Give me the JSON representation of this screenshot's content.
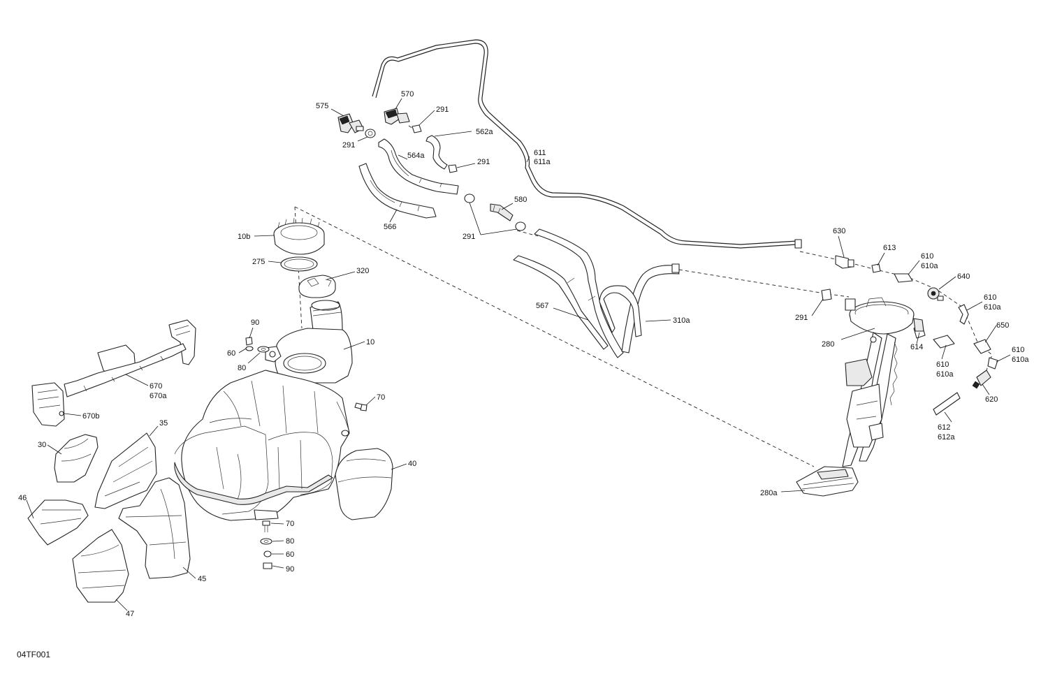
{
  "diagram_code": "04TF001",
  "callouts": {
    "p575": "575",
    "p570": "570",
    "p291a": "291",
    "p291b": "291",
    "p562a": "562a",
    "p291c": "291",
    "p564a": "564a",
    "p611": "611",
    "p611a": "611a",
    "p580": "580",
    "p566": "566",
    "p291d": "291",
    "p10b": "10b",
    "p275": "275",
    "p320": "320",
    "p90a": "90",
    "p60a": "60",
    "p80a": "80",
    "p10": "10",
    "p670": "670",
    "p670a": "670a",
    "p670b": "670b",
    "p70a": "70",
    "p35": "35",
    "p30": "30",
    "p40": "40",
    "p46": "46",
    "p70b": "70",
    "p80b": "80",
    "p60b": "60",
    "p90b": "90",
    "p45": "45",
    "p47": "47",
    "p567": "567",
    "p310a": "310a",
    "p630": "630",
    "p613": "613",
    "p610a": "610",
    "p610aa": "610a",
    "p640": "640",
    "p610b": "610",
    "p610ba": "610a",
    "p291e": "291",
    "p280": "280",
    "p614": "614",
    "p650": "650",
    "p610c": "610",
    "p610ca": "610a",
    "p610d": "610",
    "p610da": "610a",
    "p620": "620",
    "p612": "612",
    "p612a": "612a",
    "p280a": "280a"
  }
}
